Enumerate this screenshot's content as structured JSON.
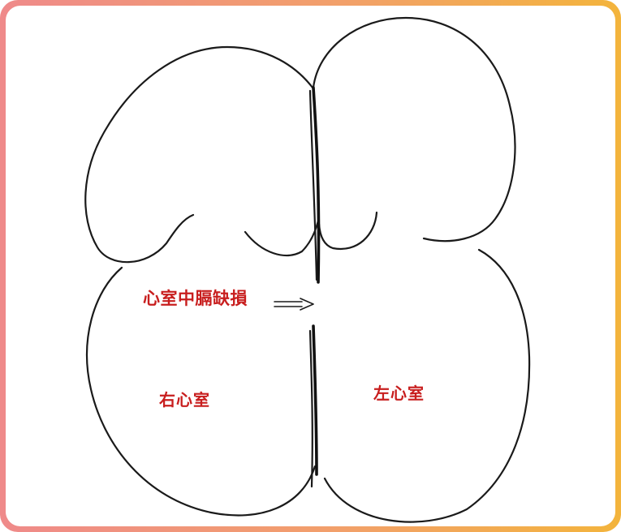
{
  "diagram": {
    "labels": {
      "vsd": "心室中膈缺損",
      "right_ventricle": "右心室",
      "left_ventricle": "左心室"
    },
    "colors": {
      "label_text": "#c81e1e",
      "line_ink": "#1a1a1a",
      "frame_left": "#ef8a8a",
      "frame_right": "#f3b43c"
    }
  }
}
